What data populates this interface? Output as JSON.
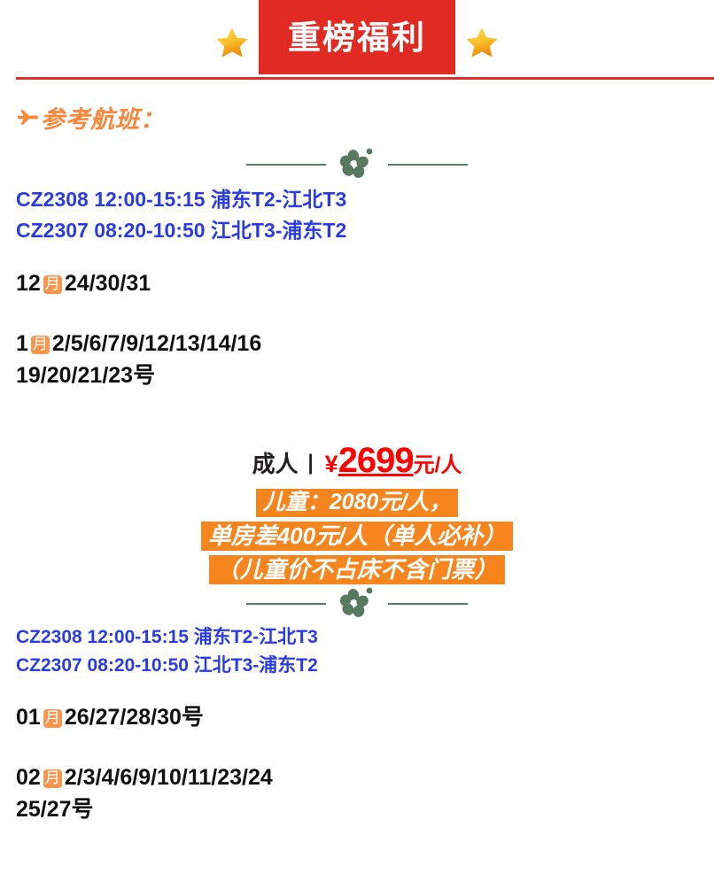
{
  "header": {
    "title": "重榜福利",
    "star_left_icon": "star-icon",
    "star_right_icon": "star-icon",
    "banner_color": "#e02b25",
    "rule_color": "#d9342c"
  },
  "section": {
    "title": "参考航班：",
    "plane_icon": "airplane-icon",
    "title_color": "#f7873a"
  },
  "divider": {
    "flower_icon": "flower-icon",
    "color": "#587c62"
  },
  "flight_block_1": {
    "lines": [
      "CZ2308 12:00-15:15 浦东T2-江北T3",
      "CZ2307 08:20-10:50 江北T3-浦东T2"
    ],
    "color": "#2a3ce0"
  },
  "dates_block_1": [
    {
      "month": "12",
      "badge": "月",
      "days": "24/30/31"
    },
    {
      "month": "1",
      "badge": "月",
      "days": "2/5/6/7/9/12/13/14/16",
      "days_line2": "19/20/21/23号"
    }
  ],
  "price": {
    "adult_label": "成人",
    "separator": "丨",
    "currency": "¥",
    "amount": "2699",
    "unit": "元/人",
    "highlights": [
      "儿童：2080元/人，",
      "单房差400元/人（单人必补）",
      "（儿童价不占床不含门票）"
    ],
    "amount_color": "#ff0000",
    "highlight_bg": "#f5851f"
  },
  "flight_block_2": {
    "lines": [
      "CZ2308 12:00-15:15 浦东T2-江北T3",
      "CZ2307 08:20-10:50 江北T3-浦东T2"
    ],
    "color": "#2a3ce0"
  },
  "dates_block_2": [
    {
      "month": "01",
      "badge": "月",
      "days": "26/27/28/30号"
    },
    {
      "month": "02",
      "badge": "月",
      "days": "2/3/4/6/9/10/11/23/24",
      "days_line2": "25/27号"
    }
  ]
}
